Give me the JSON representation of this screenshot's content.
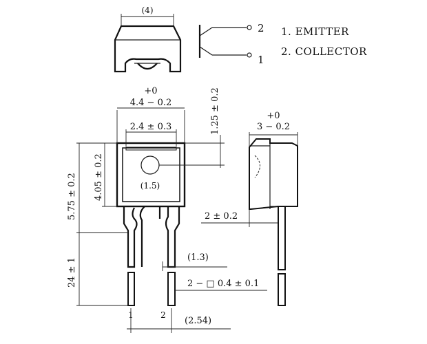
{
  "top_view": {
    "width_label": "(4)"
  },
  "schematic": {
    "pin2_label": "2",
    "pin1_label": "1"
  },
  "legend": {
    "item1": "1.  EMITTER",
    "item2": "2.  COLLECTOR"
  },
  "dims": {
    "body_width_tol": "+0",
    "body_width": "4.4 − 0.2",
    "lens_offset": "1.25 ± 0.2",
    "window_width": "2.4 ± 0.3",
    "lens_dia": "(1.5)",
    "body_height": "4.05 ± 0.2",
    "total_height": "5.75 ± 0.2",
    "lead_length": "24 ± 1",
    "side_depth_tol": "+0",
    "side_depth": "3 − 0.2",
    "lead_offset": "2 ± 0.2",
    "lead_spacing_inner": "(1.3)",
    "lead_size": "2 − □ 0.4 ± 0.1",
    "pitch": "(2.54)",
    "lead1": "1",
    "lead2": "2"
  }
}
